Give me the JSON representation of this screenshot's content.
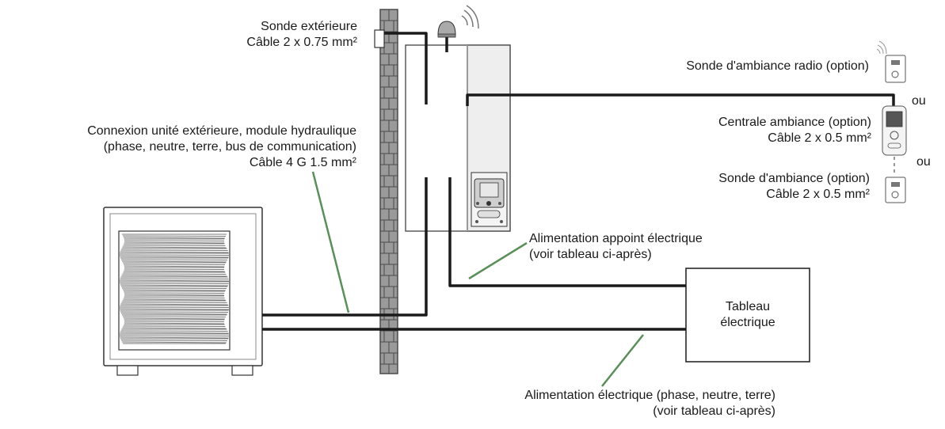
{
  "labels": {
    "sonde_ext_title": "Sonde extérieure",
    "sonde_ext_cable": "Câble 2 x 0.75 mm²",
    "connexion_line1": "Connexion unité extérieure, module hydraulique",
    "connexion_line2": "(phase, neutre, terre, bus de communication)",
    "connexion_line3": "Câble 4 G 1.5 mm²",
    "sonde_radio": "Sonde d'ambiance radio (option)",
    "ou_1": "ou",
    "centrale_line1": "Centrale ambiance (option)",
    "centrale_line2": "Câble 2 x 0.5 mm²",
    "ou_2": "ou",
    "sonde_amb_line1": "Sonde d'ambiance (option)",
    "sonde_amb_line2": "Câble 2 x 0.5 mm²",
    "appoint_line1": "Alimentation appoint électrique",
    "appoint_line2": "(voir tableau ci-après)",
    "tableau_line1": "Tableau",
    "tableau_line2": "électrique",
    "alim_line1": "Alimentation électrique (phase, neutre, terre)",
    "alim_line2": "(voir tableau ci-après)"
  },
  "colors": {
    "cable": "#1a1a1a",
    "leader": "#5a8f5a",
    "wall_fill": "#9a9a9a",
    "wall_stroke": "#4a4a4a",
    "outline": "#333333"
  }
}
